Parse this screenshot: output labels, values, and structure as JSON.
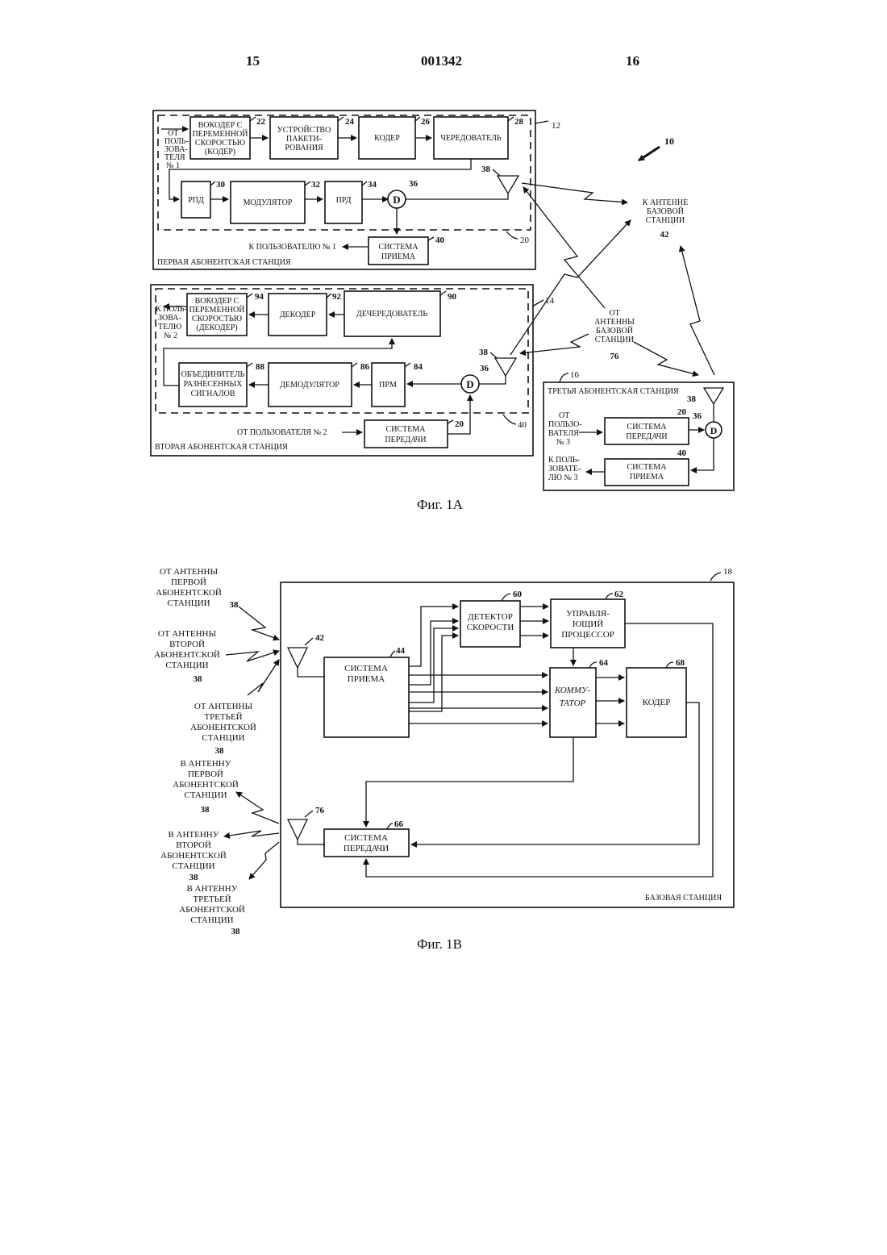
{
  "header": {
    "page_left": "15",
    "doc_number": "001342",
    "page_right": "16"
  },
  "fig1a": {
    "caption": "Фиг. 1А",
    "system_ref": "10",
    "station1": {
      "title": "ПЕРВАЯ АБОНЕНТСКАЯ СТАНЦИЯ",
      "ref": "12",
      "sub_ref": "20",
      "input": [
        "ОТ",
        "ПОЛЬ-",
        "ЗОВА-",
        "ТЕЛЯ",
        "№ 1"
      ],
      "vocoder": [
        "ВОКОДЕР С",
        "ПЕРЕМЕННОЙ",
        "СКОРОСТЬЮ",
        "(КОДЕР)"
      ],
      "vocoder_ref": "22",
      "packetizer": [
        "УСТРОЙСТВО",
        "ПАКЕТИ-",
        "РОВАНИЯ"
      ],
      "packetizer_ref": "24",
      "coder": "КОДЕР",
      "coder_ref": "26",
      "interleaver": "ЧЕРЕДОВАТЕЛЬ",
      "interleaver_ref": "28",
      "rpd": "РПД",
      "rpd_ref": "30",
      "modulator": "МОДУЛЯТОР",
      "modulator_ref": "32",
      "prd": "ПРД",
      "prd_ref": "34",
      "duplexer": "D",
      "duplexer_ref": "36",
      "antenna_ref": "38",
      "receiver": [
        "СИСТЕМА",
        "ПРИЕМА"
      ],
      "receiver_ref": "40",
      "to_user": "К ПОЛЬЗОВАТЕЛЮ № 1"
    },
    "station2": {
      "title": "ВТОРАЯ АБОНЕНТСКАЯ СТАНЦИЯ",
      "ref": "14",
      "sub_ref": "40",
      "output": [
        "К ПОЛЬ-",
        "ЗОВА-",
        "ТЕЛЮ",
        "№ 2"
      ],
      "vocoder": [
        "ВОКОДЕР С",
        "ПЕРЕМЕННОЙ",
        "СКОРОСТЬЮ",
        "(ДЕКОДЕР)"
      ],
      "vocoder_ref": "94",
      "decoder": "ДЕКОДЕР",
      "decoder_ref": "92",
      "deinterleaver": "ДЕЧЕРЕДОВАТЕЛЬ",
      "deinterleaver_ref": "90",
      "combiner": [
        "ОБЪЕДИНИТЕЛЬ",
        "РАЗНЕСЕННЫХ",
        "СИГНАЛОВ"
      ],
      "combiner_ref": "88",
      "demodulator": "ДЕМОДУЛЯТОР",
      "demodulator_ref": "86",
      "prm": "ПРМ",
      "prm_ref": "84",
      "duplexer": "D",
      "duplexer_ref": "36",
      "antenna_ref": "38",
      "transmitter": [
        "СИСТЕМА",
        "ПЕРЕДАЧИ"
      ],
      "transmitter_ref": "20",
      "from_user": "ОТ ПОЛЬЗОВАТЕЛЯ № 2"
    },
    "station3": {
      "title": "ТРЕТЬЯ АБОНЕНТСКАЯ СТАНЦИЯ",
      "ref": "16",
      "input": [
        "ОТ",
        "ПОЛЬЗО-",
        "ВАТЕЛЯ",
        "№ 3"
      ],
      "output": [
        "К ПОЛЬ-",
        "ЗОВАТЕ-",
        "ЛЮ № 3"
      ],
      "transmitter": [
        "СИСТЕМА",
        "ПЕРЕДАЧИ"
      ],
      "transmitter_ref": "20",
      "receiver": [
        "СИСТЕМА",
        "ПРИЕМА"
      ],
      "receiver_ref": "40",
      "duplexer": "D",
      "duplexer_ref": "36",
      "antenna_ref": "38"
    },
    "to_base": [
      "К АНТЕННЕ",
      "БАЗОВОЙ",
      "СТАНЦИИ"
    ],
    "to_base_ref": "42",
    "from_base": [
      "ОТ",
      "АНТЕННЫ",
      "БАЗОВОЙ",
      "СТАНЦИИ"
    ],
    "from_base_ref": "76"
  },
  "fig1b": {
    "caption": "Фиг. 1В",
    "title": "БАЗОВАЯ СТАНЦИЯ",
    "ref": "18",
    "rx_antenna_ref": "42",
    "tx_antenna_ref": "76",
    "receiver": [
      "СИСТЕМА",
      "ПРИЕМА"
    ],
    "receiver_ref": "44",
    "rate_detector": [
      "ДЕТЕКТОР",
      "СКОРОСТИ"
    ],
    "rate_detector_ref": "60",
    "processor": [
      "УПРАВЛЯ-",
      "ЮЩИЙ",
      "ПРОЦЕССОР"
    ],
    "processor_ref": "62",
    "switch": [
      "КОММУ-",
      "ТАТОР"
    ],
    "switch_ref": "64",
    "coder": "КОДЕР",
    "coder_ref": "68",
    "transmitter": [
      "СИСТЕМА",
      "ПЕРЕДАЧИ"
    ],
    "transmitter_ref": "66",
    "from1": [
      "ОТ АНТЕННЫ",
      "ПЕРВОЙ",
      "АБОНЕНТСКОЙ",
      "СТАНЦИИ"
    ],
    "from2": [
      "ОТ АНТЕННЫ",
      "ВТОРОЙ",
      "АБОНЕНТСКОЙ",
      "СТАНЦИИ"
    ],
    "from3": [
      "ОТ АНТЕННЫ",
      "ТРЕТЬЕЙ",
      "АБОНЕНТСКОЙ",
      "СТАНЦИИ"
    ],
    "to1": [
      "В АНТЕННУ",
      "ПЕРВОЙ",
      "АБОНЕНТСКОЙ",
      "СТАНЦИИ"
    ],
    "to2": [
      "В АНТЕННУ",
      "ВТОРОЙ",
      "АБОНЕНТСКОЙ",
      "СТАНЦИИ"
    ],
    "to3": [
      "В АНТЕННУ",
      "ТРЕТЬЕЙ",
      "АБОНЕНТСКОЙ",
      "СТАНЦИИ"
    ],
    "antenna_ref": "38"
  }
}
